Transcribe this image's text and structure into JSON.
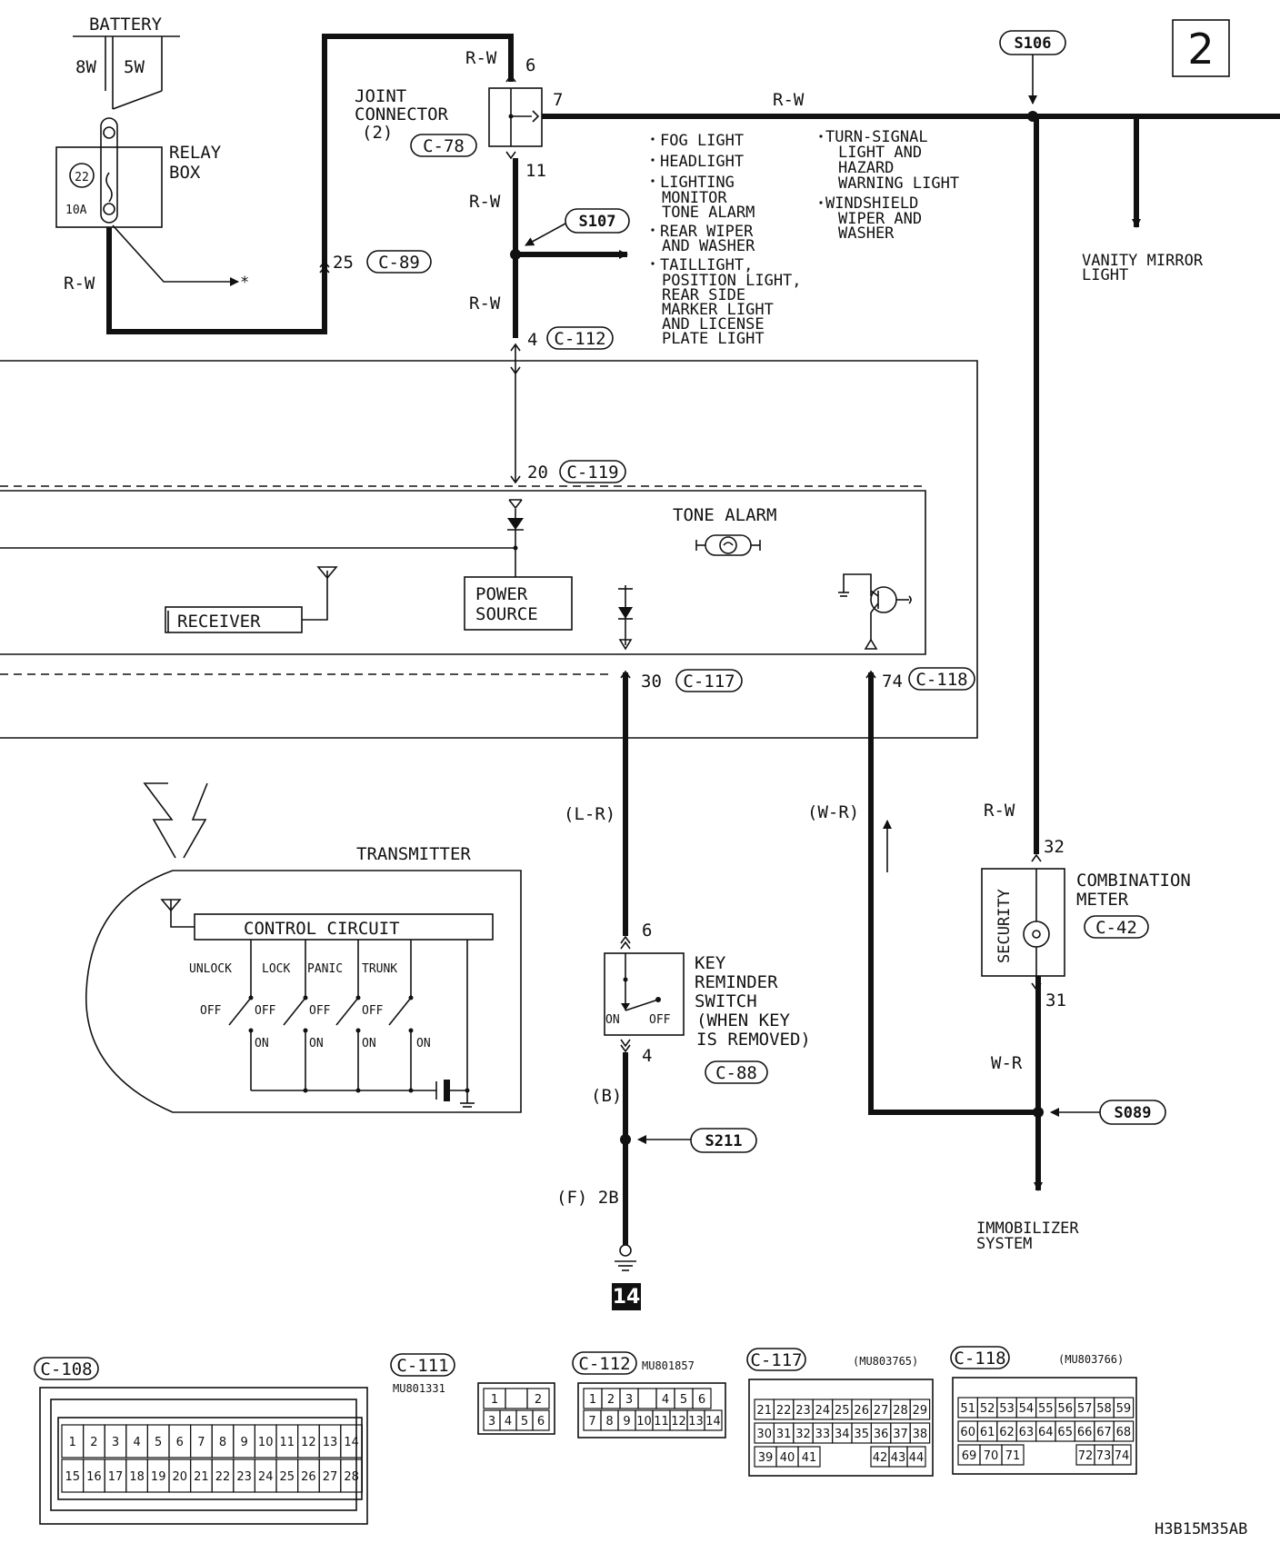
{
  "page_number": "2",
  "drawing_id": "H3B15M35AB",
  "battery": {
    "label": "BATTERY",
    "fuse_a": "8W",
    "fuse_b": "5W"
  },
  "relay_box": {
    "label_line1": "RELAY",
    "label_line2": "BOX",
    "fuse_no": "22",
    "rating": "10A",
    "out_wire": "R-W",
    "arrow_note": "*"
  },
  "joint_connector": {
    "line1": "JOINT",
    "line2": "CONNECTOR",
    "line3": "(2)",
    "connector": "C-78",
    "pin_top": "6",
    "pin_right": "7",
    "pin_bottom": "11",
    "wire_top": "R-W"
  },
  "connector_c89": {
    "pin": "25",
    "id": "C-89"
  },
  "top_wire": "R-W",
  "splices": {
    "s106": "S106",
    "s107": "S107",
    "s211": "S211",
    "s089": "S089"
  },
  "s107_wire_above": "R-W",
  "s107_wire_below": "R-W",
  "connector_c112": {
    "pin": "4",
    "id": "C-112"
  },
  "connector_c119": {
    "pin": "20",
    "id": "C-119"
  },
  "connector_c117": {
    "pin": "30",
    "id": "C-117"
  },
  "connector_c118": {
    "pin": "74",
    "id": "C-118"
  },
  "s107_destinations": [
    "FOG LIGHT",
    "HEADLIGHT",
    "LIGHTING",
    "MONITOR",
    "TONE ALARM",
    "REAR WIPER",
    "AND WASHER",
    "TAILLIGHT,",
    "POSITION LIGHT,",
    "REAR SIDE",
    "MARKER LIGHT",
    "AND LICENSE",
    "PLATE LIGHT"
  ],
  "s106_destinations": [
    "TURN-SIGNAL",
    "LIGHT AND",
    "HAZARD",
    "WARNING LIGHT",
    "WINDSHIELD",
    "WIPER AND",
    "WASHER"
  ],
  "vanity_mirror": {
    "line1": "VANITY MIRROR",
    "line2": "LIGHT"
  },
  "module": {
    "tone_alarm": "TONE ALARM",
    "receiver": "RECEIVER",
    "power_line1": "POWER",
    "power_line2": "SOURCE"
  },
  "wires": {
    "lr": "(L-R)",
    "wr": "(W-R)",
    "rw_meter": "R-W",
    "wr_meter": "W-R",
    "b": "(B)",
    "ground_point": "(F) 2B"
  },
  "transmitter": {
    "label": "TRANSMITTER",
    "control": "CONTROL CIRCUIT",
    "buttons": [
      "UNLOCK",
      "LOCK",
      "PANIC",
      "TRUNK"
    ],
    "off": "OFF",
    "on": "ON"
  },
  "key_switch": {
    "line1": "KEY",
    "line2": "REMINDER",
    "line3": "SWITCH",
    "line4": "(WHEN KEY",
    "line5": "IS REMOVED)",
    "connector": "C-88",
    "pin_top": "6",
    "pin_bottom": "4",
    "on": "ON",
    "off": "OFF"
  },
  "combination_meter": {
    "line1": "COMBINATION",
    "line2": "METER",
    "connector": "C-42",
    "inner": "SECURITY",
    "pin_top": "32",
    "pin_bottom": "31"
  },
  "immobilizer": {
    "line1": "IMMOBILIZER",
    "line2": "SYSTEM"
  },
  "ground_ref": "14",
  "connectors_bottom": {
    "c108": {
      "id": "C-108",
      "row1": [
        "1",
        "2",
        "3",
        "4",
        "5",
        "6",
        "7",
        "8",
        "9",
        "10",
        "11",
        "12",
        "13",
        "14"
      ],
      "row2": [
        "15",
        "16",
        "17",
        "18",
        "19",
        "20",
        "21",
        "22",
        "23",
        "24",
        "25",
        "26",
        "27",
        "28"
      ]
    },
    "c111": {
      "id": "C-111",
      "part": "MU801331",
      "row1": [
        "1",
        "",
        "2"
      ],
      "row2": [
        "3",
        "4",
        "5",
        "6"
      ]
    },
    "c112": {
      "id": "C-112",
      "part": "MU801857",
      "row1": [
        "1",
        "2",
        "3",
        "",
        "4",
        "5",
        "6"
      ],
      "row2": [
        "7",
        "8",
        "9",
        "10",
        "11",
        "12",
        "13",
        "14"
      ]
    },
    "c117": {
      "id": "C-117",
      "part": "(MU803765)",
      "row1": [
        "21",
        "22",
        "23",
        "24",
        "25",
        "26",
        "27",
        "28",
        "29"
      ],
      "row2": [
        "30",
        "31",
        "32",
        "33",
        "34",
        "35",
        "36",
        "37",
        "38"
      ],
      "row3": [
        "39",
        "40",
        "41",
        "42",
        "43",
        "44"
      ]
    },
    "c118": {
      "id": "C-118",
      "part": "(MU803766)",
      "row1": [
        "51",
        "52",
        "53",
        "54",
        "55",
        "56",
        "57",
        "58",
        "59"
      ],
      "row2": [
        "60",
        "61",
        "62",
        "63",
        "64",
        "65",
        "66",
        "67",
        "68"
      ],
      "row3": [
        "69",
        "70",
        "71",
        "72",
        "73",
        "74"
      ]
    }
  }
}
